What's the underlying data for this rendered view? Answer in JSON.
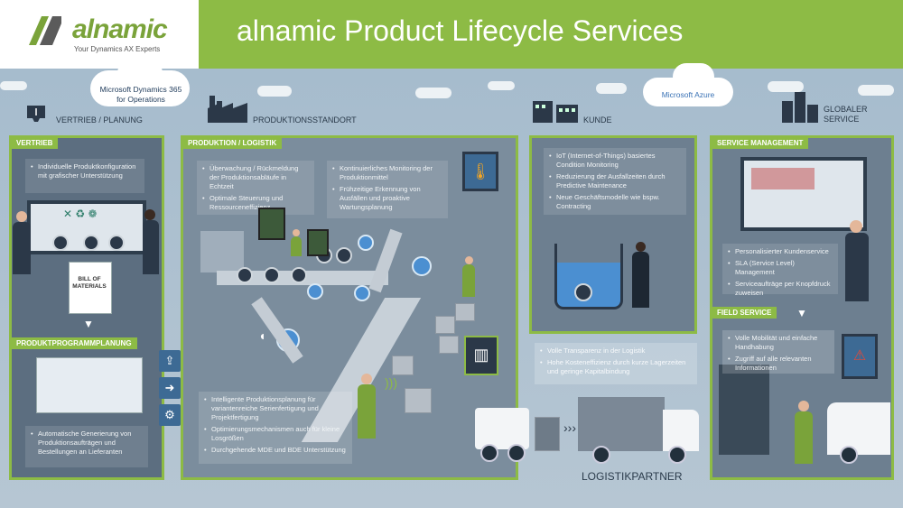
{
  "header": {
    "logo_name": "alnamic",
    "logo_sub": "Your Dynamics AX Experts",
    "title": "alnamic Product Lifecycle Services"
  },
  "clouds": {
    "dynamics": "Microsoft Dynamics 365 for Operations",
    "azure": "Microsoft Azure"
  },
  "sections": {
    "vertrieb_planung": "VERTRIEB / PLANUNG",
    "produktionsstandort": "PRODUKTIONSSTANDORT",
    "kunde": "KUNDE",
    "globaler_service": "GLOBALER SERVICE",
    "logistikpartner": "LOGISTIKPARTNER"
  },
  "panels": {
    "vertrieb": {
      "tag": "VERTRIEB",
      "bullets": [
        "Individuelle Produktkonfiguration mit grafischer Unterstützung"
      ]
    },
    "bom": "BILL OF MATERIALS",
    "produktprogramm": {
      "tag": "PRODUKTPROGRAMMPLANUNG",
      "bullets": [
        "Automatische Generierung von Produktionsaufträgen und Bestellungen an Lieferanten"
      ]
    },
    "produktion": {
      "tag": "PRODUKTION / LOGISTIK",
      "box1": [
        "Überwachung / Rückmeldung der Produktionsabläufe in Echtzeit",
        "Optimale Steuerung und Ressourceneffizienz"
      ],
      "box2": [
        "Kontinuierliches Monitoring der Produktionmittel",
        "Frühzeitige Erkennung von Ausfällen und proaktive Wartungsplanung"
      ],
      "box3": [
        "Intelligente Produktionsplanung für variantenreiche Serienfertigung und Projektfertigung",
        "Optimierungsmechanismen auch für kleine Losgrößen",
        "Durchgehende MDE und BDE Unterstützung"
      ]
    },
    "kunde": {
      "bullets": [
        "IoT (Internet-of-Things) basiertes Condition Monitoring",
        "Reduzierung der Ausfallzeiten durch Predictive Maintenance",
        "Neue Geschäftsmodelle wie bspw. Contracting"
      ]
    },
    "logistik": {
      "bullets": [
        "Volle Transparenz in der Logistik",
        "Hohe Kosteneffizienz durch kurze Lagerzeiten und geringe Kapitalbindung"
      ]
    },
    "service_management": {
      "tag": "SERVICE MANAGEMENT",
      "bullets": [
        "Personalisierter Kundenservice",
        "SLA (Service Level) Management",
        "Serviceaufträge per Knopfdruck zuweisen"
      ]
    },
    "field_service": {
      "tag": "FIELD SERVICE",
      "bullets": [
        "Volle Mobilität und einfache Handhabung",
        "Zugriff auf alle relevanten Informationen"
      ]
    }
  },
  "colors": {
    "accent_green": "#8dbb45",
    "panel_gray": "#7a8c9c",
    "icon_blue": "#3d6a94"
  },
  "icons": [
    "antenna-icon",
    "factory-icon",
    "building-icon",
    "buildings-icon",
    "upload-icon",
    "arrow-right-icon",
    "gear-icon",
    "down-arrow-icon",
    "wifi-icon",
    "barcode-icon"
  ]
}
